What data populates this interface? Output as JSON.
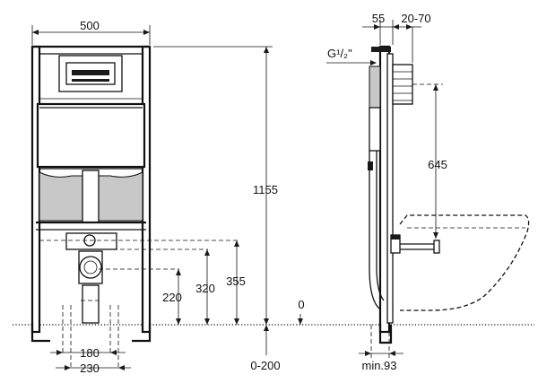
{
  "front_view": {
    "width": "500",
    "height": "1155",
    "dim_220": "220",
    "dim_320": "320",
    "dim_355": "355",
    "dim_0": "0",
    "dim_0_200": "0-200",
    "dim_180": "180",
    "dim_230": "230"
  },
  "side_view": {
    "dim_55": "55",
    "dim_20_70": "20-70",
    "water_inlet": "G¹/₂\"",
    "dim_645": "645",
    "dim_min93": "min.93"
  }
}
